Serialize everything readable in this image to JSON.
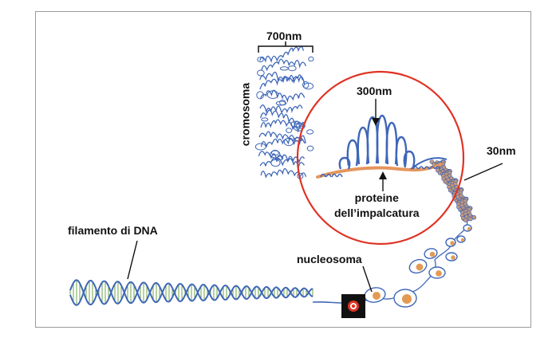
{
  "labels": {
    "chromosome_width": "700nm",
    "loop_width": "300nm",
    "fiber_width": "30nm",
    "chromosome": "cromosoma",
    "scaffold_line1": "proteine",
    "scaffold_line2": "dell’impalcatura",
    "dna_strand": "filamento di DNA",
    "nucleosome": "nucleosoma"
  },
  "colors": {
    "dna_blue": "#3f67b8",
    "rung_green": "#6fa544",
    "highlight_red": "#e03324",
    "scaffold_orange": "#e5965d",
    "nucleosome_core": "#e39a55"
  },
  "icons": {
    "marker": "record-icon"
  }
}
